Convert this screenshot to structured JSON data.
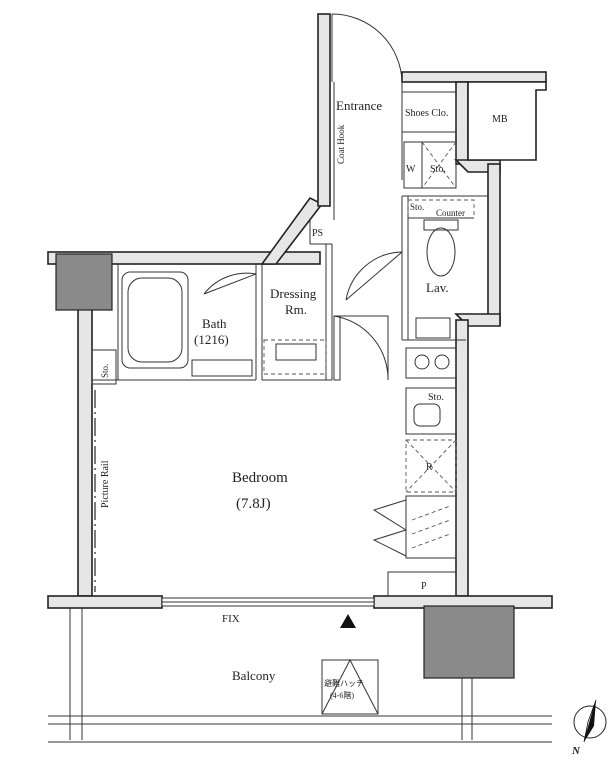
{
  "rooms": {
    "entrance": "Entrance",
    "shoes_closet": "Shoes Clo.",
    "mb": "MB",
    "coat_hook": "Coat Hook",
    "w": "W",
    "sto_upper": "Sto.",
    "sto_counter": "Sto.",
    "counter": "Counter",
    "ps": "PS",
    "dressing_1": "Dressing",
    "dressing_2": "Rm.",
    "lav": "Lav.",
    "bath": "Bath",
    "bath_size": "(1216)",
    "sto_bedroom": "Sto.",
    "sto_kitchen": "Sto.",
    "fridge": "R",
    "picture_rail": "Picture Rail",
    "bedroom": "Bedroom",
    "bedroom_size": "(7.8J)",
    "p": "P",
    "fix": "FIX",
    "balcony": "Balcony",
    "hatch_1": "避難ハッチ",
    "hatch_2": "(4-6階)",
    "north": "N"
  }
}
